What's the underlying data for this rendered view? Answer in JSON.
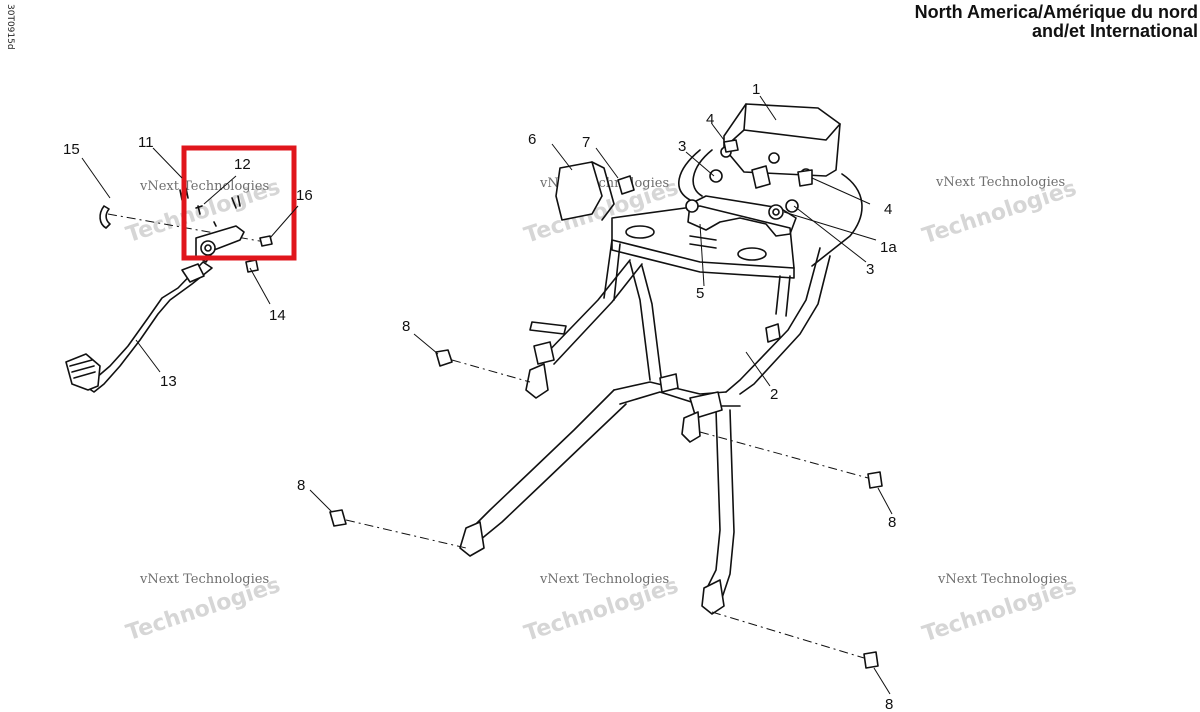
{
  "header": {
    "title_line1": "North America/Amérique du nord",
    "title_line2": "and/et International",
    "side_code": "30T0915d"
  },
  "highlight": {
    "color": "#e0161c"
  },
  "watermarks": [
    {
      "line1": "vNext Technologies",
      "line2": "Technologies"
    },
    {
      "line1": "vNext Technologies",
      "line2": "Technologies"
    },
    {
      "line1": "vNext Technologies",
      "line2": "Technologies"
    },
    {
      "line1": "vNext Technologies",
      "line2": "Technologies"
    },
    {
      "line1": "vNext Technologies",
      "line2": "Technologies"
    },
    {
      "line1": "vNext Technologies",
      "line2": "Technologies"
    }
  ],
  "callouts": [
    "1",
    "1a",
    "2",
    "3",
    "3",
    "4",
    "4",
    "5",
    "6",
    "7",
    "8",
    "8",
    "8",
    "8",
    "11",
    "12",
    "13",
    "14",
    "15",
    "16"
  ]
}
